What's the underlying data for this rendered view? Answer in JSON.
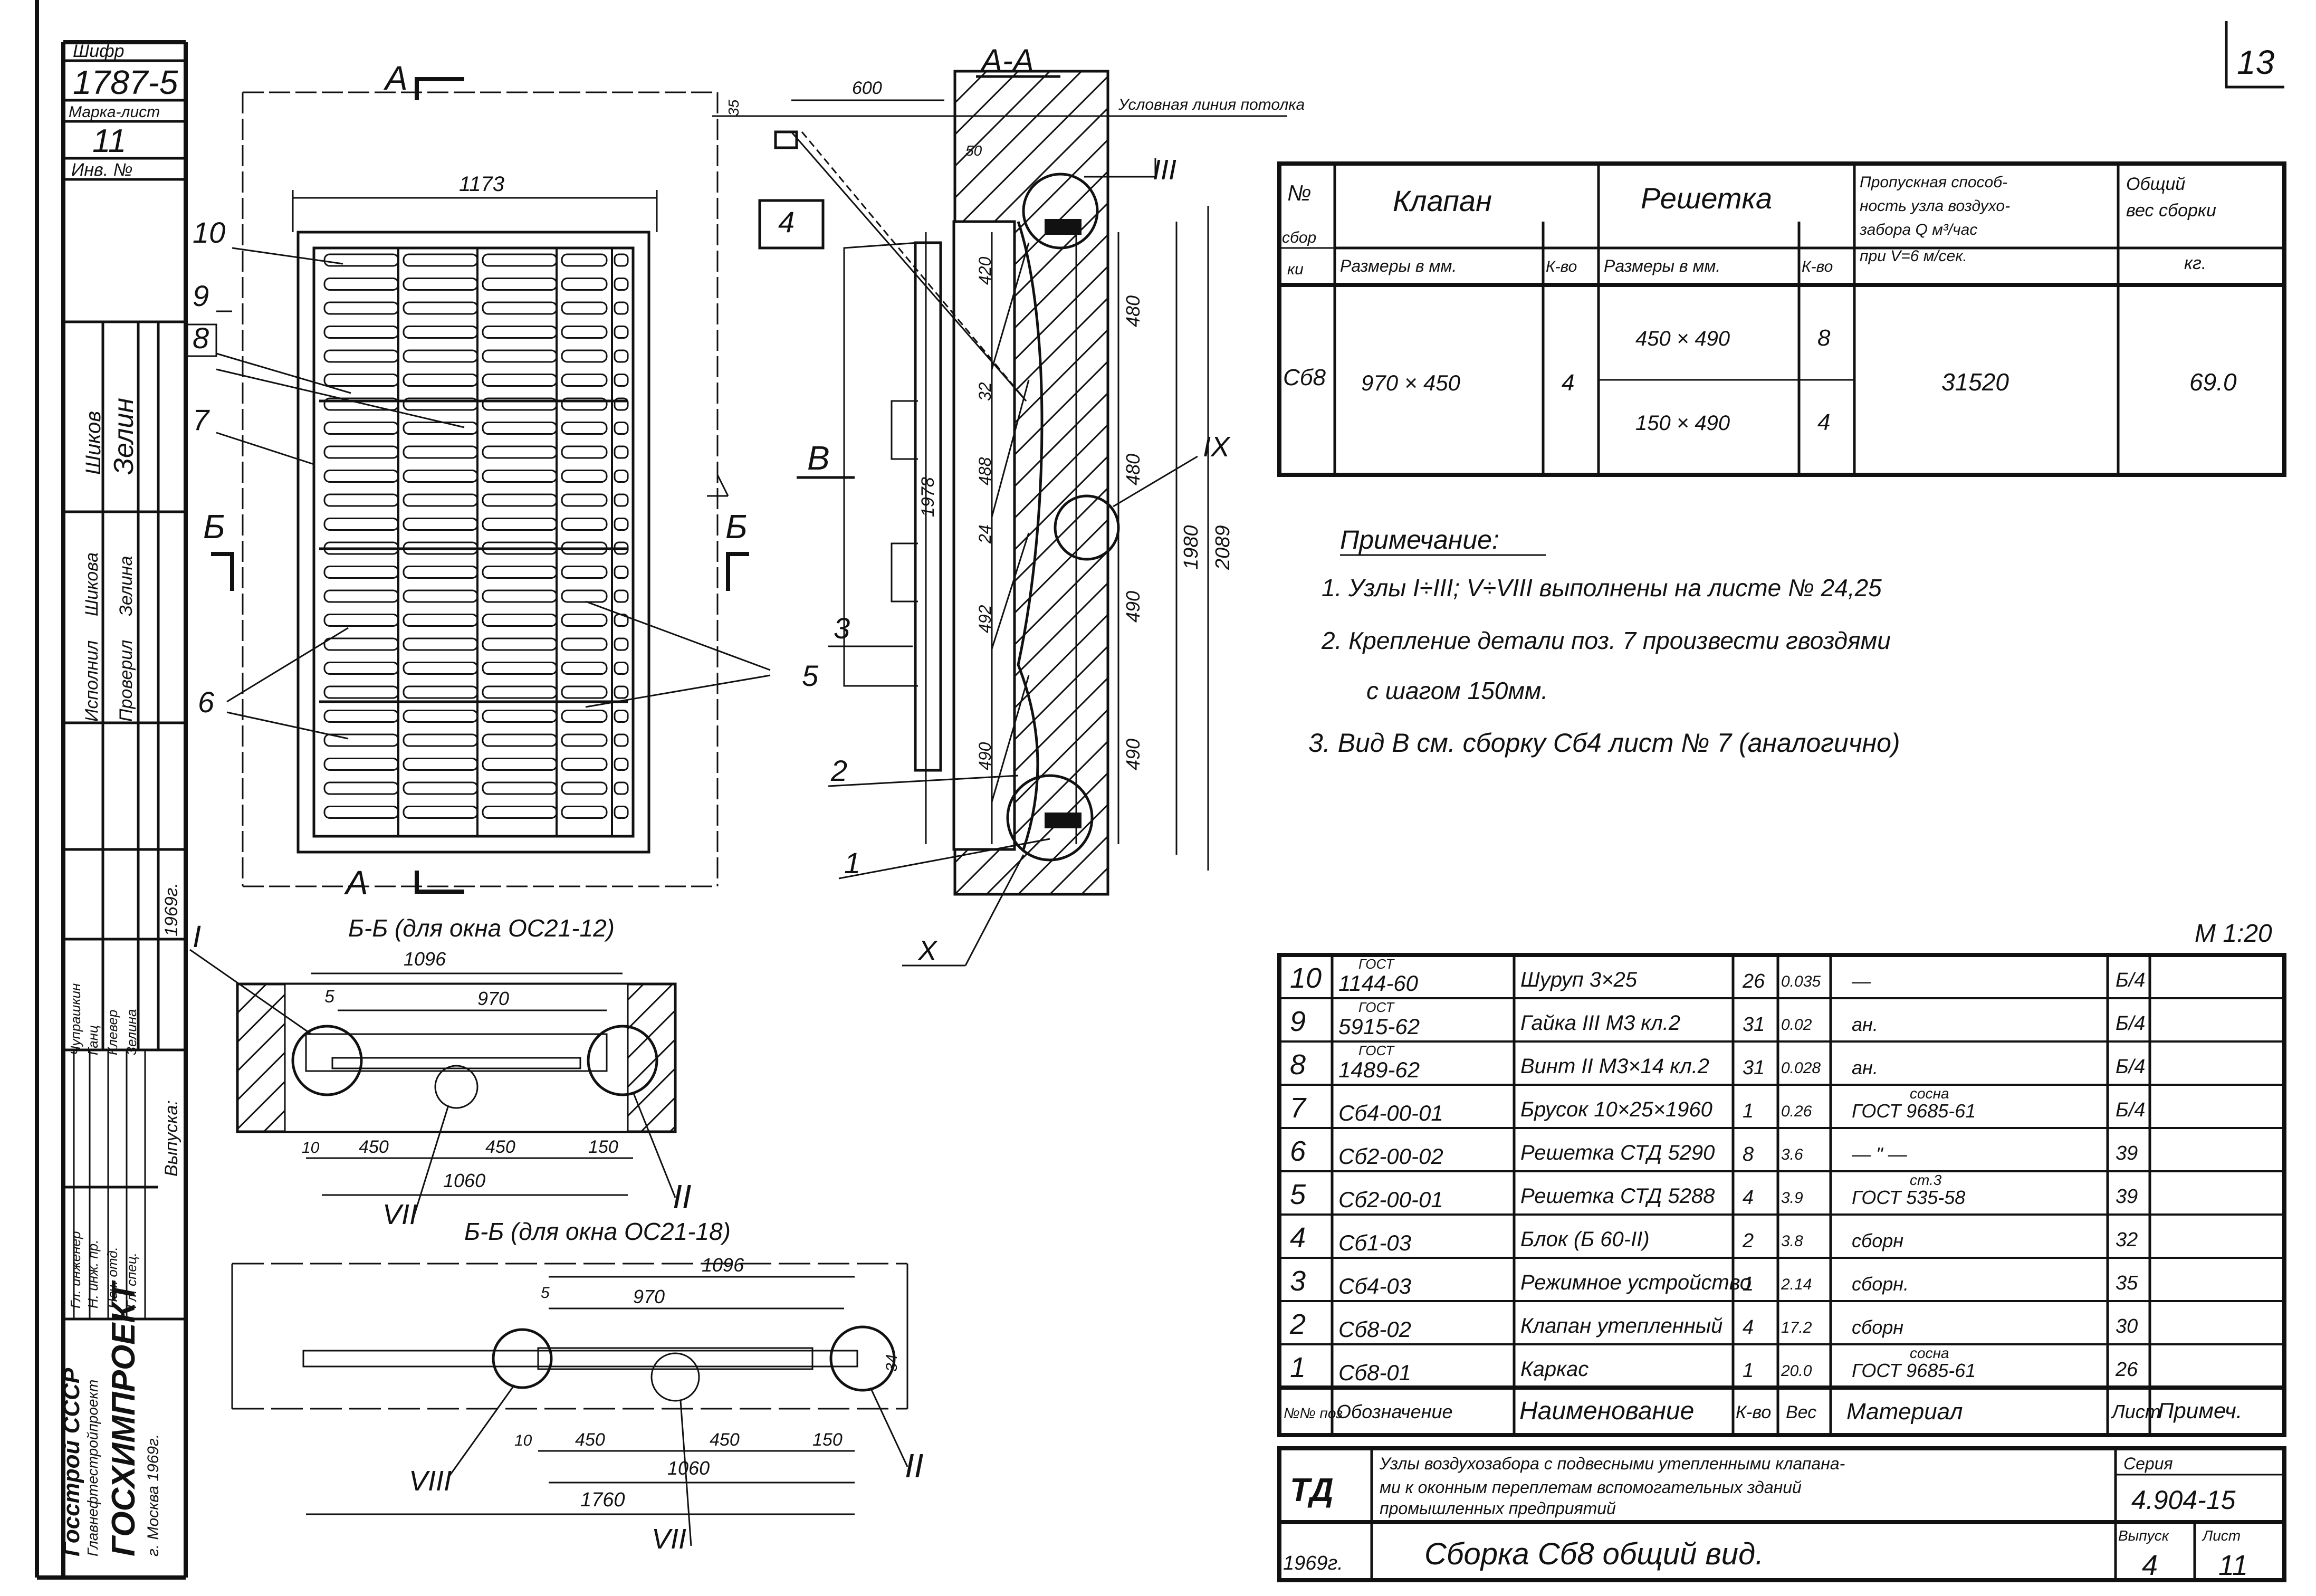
{
  "sheet_number": "13",
  "scale": "М 1:20",
  "colors": {
    "ink": "#111111",
    "paper": "#ffffff"
  },
  "left_strip": {
    "cipher_label": "Шифр",
    "cipher_value": "1787-5",
    "mark_label": "Марка-лист",
    "mark_value": "11",
    "inv_label": "Инв. №",
    "roles": [
      "Исполнил",
      "Проверил"
    ],
    "names": [
      "Шикова",
      "Зелина"
    ],
    "signature_marks": [
      "Шиков",
      "Зелин"
    ],
    "roles2": [
      "Гл. инженер",
      "Н. инж. пр.",
      "Нач. отд.",
      "Гл. спец."
    ],
    "names2": [
      "Чупрашкин",
      "Ганц",
      "Клевер",
      "Зелина"
    ],
    "year": "1969г.",
    "release_label": "Выпуска:",
    "org_lines": [
      "Госстрой СССР",
      "Главнефтестройпроект",
      "ГОСХИМПРОЕКТ",
      "г. Москва 1969г."
    ]
  },
  "front_view": {
    "section_marks": {
      "a": "А",
      "b": "Б"
    },
    "overall_width": "1173",
    "position_numbers": [
      "10",
      "9",
      "8",
      "7",
      "6",
      "5",
      "6"
    ]
  },
  "section_aa": {
    "title": "А-А",
    "ceiling_label": "Условная линия потолка",
    "top_offset": "600",
    "small_dims": [
      "35",
      "50"
    ],
    "vertical_dims": [
      "1978",
      "1980",
      "2089"
    ],
    "inner_dims": [
      "420",
      "32",
      "488",
      "24",
      "492",
      "490"
    ],
    "outer_dims": [
      "480",
      "480",
      "490",
      "490"
    ],
    "callouts": [
      "III",
      "IX",
      "X"
    ],
    "position_numbers": [
      "4",
      "3",
      "2",
      "1"
    ],
    "view_mark": "В"
  },
  "plan_1": {
    "title": "Б-Б (для окна ОС21-12)",
    "dims": {
      "total": "1096",
      "inner": "970",
      "gap": "5",
      "edge": "10",
      "a": "450",
      "b": "450",
      "c": "150",
      "sum": "1060"
    },
    "callouts": [
      "I",
      "VII",
      "II"
    ]
  },
  "plan_2": {
    "title": "Б-Б (для окна ОС21-18)",
    "dims": {
      "total": "1096",
      "inner": "970",
      "gap": "5",
      "edge": "10",
      "a": "450",
      "b": "450",
      "c": "150",
      "sum": "1060",
      "overall": "1760",
      "h": "34"
    },
    "callouts": [
      "VIII",
      "VII",
      "II"
    ]
  },
  "summary_table": {
    "col_no": [
      "№",
      "сбор",
      "ки"
    ],
    "klapan": "Клапан",
    "reshetka": "Решетка",
    "capacity": [
      "Пропускная способ-",
      "ность узла воздухо-",
      "забора Q м³/час",
      "при V=6 м/сек."
    ],
    "weight": [
      "Общий",
      "вес сборки"
    ],
    "sub_sizes": "Размеры в мм.",
    "sub_qty": "К-во",
    "sub_kg": "кг.",
    "row": {
      "no": "Сб8",
      "klapan_size": "970 × 450",
      "klapan_qty": "4",
      "reshetka": [
        {
          "size": "450 × 490",
          "qty": "8"
        },
        {
          "size": "150 × 490",
          "qty": "4"
        }
      ],
      "capacity": "31520",
      "weight": "69.0"
    }
  },
  "notes": {
    "title": "Примечание:",
    "items": [
      "1. Узлы I÷III; V÷VIII выполнены на листе № 24,25",
      "2. Крепление детали поз. 7 произвести гвоздями",
      "с шагом 150мм.",
      "3. Вид В см. сборку Сб4 лист № 7 (аналогично)"
    ]
  },
  "spec": {
    "rows": [
      {
        "pos": "10",
        "gost_top": "ГОСТ",
        "code": "1144-60",
        "name": "Шуруп 3×25",
        "qty": "26",
        "weight": "0.035",
        "material": "—",
        "sheet": "Б/4",
        "note": ""
      },
      {
        "pos": "9",
        "gost_top": "ГОСТ",
        "code": "5915-62",
        "name": "Гайка III М3 кл.2",
        "qty": "31",
        "weight": "0.02",
        "material": "ан.",
        "sheet": "Б/4",
        "note": ""
      },
      {
        "pos": "8",
        "gost_top": "ГОСТ",
        "code": "1489-62",
        "name": "Винт II М3×14 кл.2",
        "qty": "31",
        "weight": "0.028",
        "material": "ан.",
        "sheet": "Б/4",
        "note": ""
      },
      {
        "pos": "7",
        "gost_top": "",
        "code": "Сб4-00-01",
        "name": "Брусок 10×25×1960",
        "qty": "1",
        "weight": "0.26",
        "material_top": "сосна",
        "material": "ГОСТ 9685-61",
        "sheet": "Б/4",
        "note": ""
      },
      {
        "pos": "6",
        "gost_top": "",
        "code": "Сб2-00-02",
        "name": "Решетка СТД 5290",
        "qty": "8",
        "weight": "3.6",
        "material": "— \" —",
        "sheet": "39",
        "note": ""
      },
      {
        "pos": "5",
        "gost_top": "",
        "code": "Сб2-00-01",
        "name": "Решетка СТД 5288",
        "qty": "4",
        "weight": "3.9",
        "material_top": "ст.3",
        "material": "ГОСТ 535-58",
        "sheet": "39",
        "note": ""
      },
      {
        "pos": "4",
        "gost_top": "",
        "code": "Сб1-03",
        "name": "Блок (Б 60-II)",
        "qty": "2",
        "weight": "3.8",
        "material": "сборн",
        "sheet": "32",
        "note": ""
      },
      {
        "pos": "3",
        "gost_top": "",
        "code": "Сб4-03",
        "name": "Режимное устройство",
        "qty": "1",
        "weight": "2.14",
        "material": "сборн.",
        "sheet": "35",
        "note": ""
      },
      {
        "pos": "2",
        "gost_top": "",
        "code": "Сб8-02",
        "name": "Клапан утепленный",
        "qty": "4",
        "weight": "17.2",
        "material": "сборн",
        "sheet": "30",
        "note": ""
      },
      {
        "pos": "1",
        "gost_top": "",
        "code": "Сб8-01",
        "name": "Каркас",
        "qty": "1",
        "weight": "20.0",
        "material_top": "сосна",
        "material": "ГОСТ 9685-61",
        "sheet": "26",
        "note": ""
      }
    ],
    "header": {
      "pos": "№№ поз.",
      "code": "Обозначение",
      "name": "Наименование",
      "qty": "К-во",
      "weight": "Вес",
      "material": "Материал",
      "sheet": "Лист",
      "note": "Примеч."
    }
  },
  "title_block": {
    "code": "ТД",
    "description": [
      "Узлы воздухозабора с подвесными утепленными клапана-",
      "ми к оконным переплетам вспомогательных зданий",
      "промышленных предприятий"
    ],
    "series_label": "Серия",
    "series": "4.904-15",
    "year": "1969г.",
    "drawing_title": "Сборка Сб8 общий вид.",
    "release_label": "Выпуск",
    "release": "4",
    "sheet_label": "Лист",
    "sheet": "11"
  }
}
